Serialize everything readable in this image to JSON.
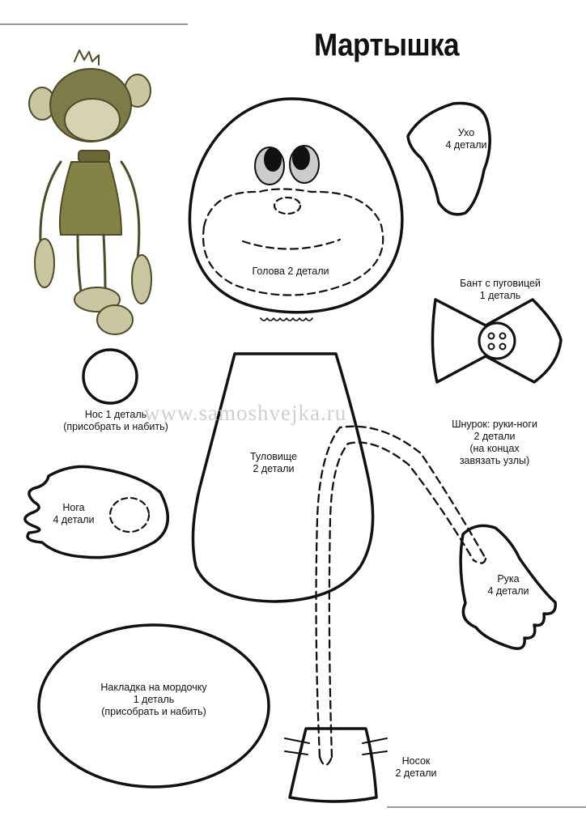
{
  "title": "Мартышка",
  "watermark": "www.samoshvejka.ru",
  "parts": {
    "ear": [
      "Ухо",
      "4 детали"
    ],
    "head": [
      "Голова 2 детали"
    ],
    "bow": [
      "Бант с пуговицей",
      "1 деталь"
    ],
    "nose": [
      "Нос 1 деталь",
      "(присобрать и набить)"
    ],
    "cord": [
      "Шнурок: руки-ноги",
      "2 детали",
      "(на концах",
      "завязать узлы)"
    ],
    "body": [
      "Туловище",
      "2 детали"
    ],
    "leg": [
      "Нога",
      "4 детали"
    ],
    "hand": [
      "Рука",
      "4 детали"
    ],
    "muzzle": [
      "Накладка на мордочку",
      "1 деталь",
      "(присобрать и набить)"
    ],
    "sock": [
      "Носок",
      "2 детали"
    ]
  },
  "colors": {
    "stroke": "#111111",
    "watermark": "#cfcfcf",
    "illustration": "#5b5a2e"
  },
  "icons": {
    "illustration": "monkey-toy-illustration"
  }
}
